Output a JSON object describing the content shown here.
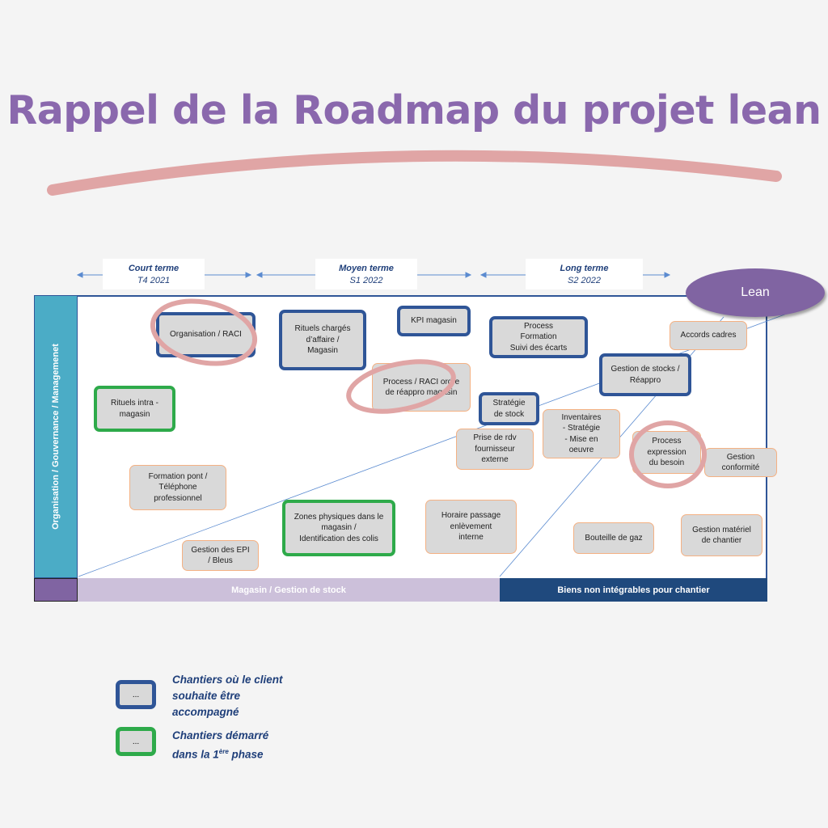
{
  "title": "Rappel de la Roadmap du projet lean",
  "terms": [
    {
      "name": "Court terme",
      "period": "T4 2021"
    },
    {
      "name": "Moyen terme",
      "period": "S1 2022"
    },
    {
      "name": "Long terme",
      "period": "S2 2022"
    }
  ],
  "lean": "Lean",
  "axis_left": "Organisation / Gouvernance / Managemenet",
  "bottom": {
    "magasin": "Magasin / Gestion de stock",
    "biens": "Biens non intégrables pour chantier"
  },
  "boxes": [
    "Organisation /  RACI",
    "Rituels chargés\nd’affaire /\nMagasin",
    "KPI magasin",
    "Process\nFormation\nSuivi des écarts",
    "Accords cadres",
    "Gestion de stocks /\nRéappro",
    "Process / RACI ordre\nde réappro magasin",
    "Stratégie\nde stock",
    "Rituels intra -\nmagasin",
    "Prise de rdv\nfournisseur\nexterne",
    "Inventaires\n- Stratégie\n- Mise en\noeuvre",
    "Process\nexpression\ndu besoin",
    "Gestion\nconformité",
    "Formation pont /\nTéléphone\nprofessionnel",
    "Zones physiques dans le\nmagasin /\nIdentification des colis",
    "Horaire passage\nenlèvement\ninterne",
    "Bouteille de gaz",
    "Gestion matériel\nde chantier",
    "Gestion des EPI\n/ Bleus"
  ],
  "legend": {
    "box_text": "...",
    "blue": "Chantiers où le client souhaite être accompagné",
    "green_main": "Chantiers démarré dans la 1",
    "green_sup": "ère",
    "green_end": " phase"
  },
  "colors": {
    "blue": "#2f5597",
    "green": "#2eaa4a",
    "orange": "#f4b183",
    "purple": "#8064a2",
    "pink": "#e0a5a5"
  }
}
